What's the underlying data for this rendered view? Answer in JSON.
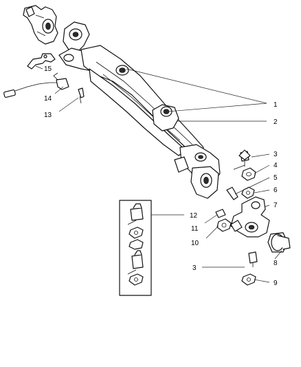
{
  "callouts": {
    "c1": "1",
    "c2": "2",
    "c3a": "3",
    "c4": "4",
    "c5": "5",
    "c6": "6",
    "c7": "7",
    "c8": "8",
    "c3b": "3",
    "c9": "9",
    "c10": "10",
    "c11": "11",
    "c12": "12",
    "c13": "13",
    "c14": "14",
    "c15": "15"
  }
}
